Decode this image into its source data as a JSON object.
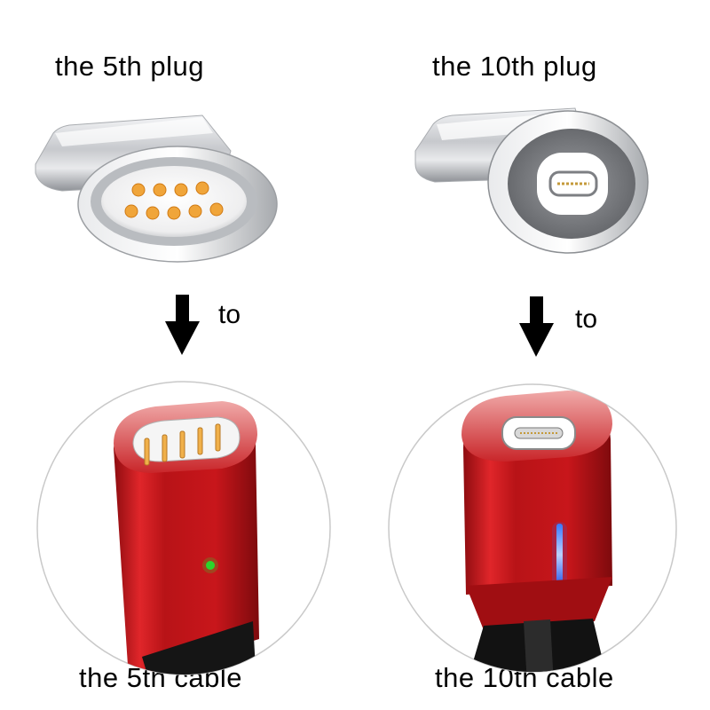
{
  "left": {
    "plug_caption": "the 5th plug",
    "to_label": "to",
    "cable_caption": "the 5th cable"
  },
  "right": {
    "plug_caption": "the 10th plug",
    "to_label": "to",
    "cable_caption": "the 10th cable"
  },
  "colors": {
    "cable_red": "#d0161b",
    "metal_silver": "#c9cbcf",
    "pin_gold": "#f0a53a",
    "status_led_green": "#2bd62b",
    "status_led_blue": "#2a6cff",
    "arrow": "#000000"
  }
}
